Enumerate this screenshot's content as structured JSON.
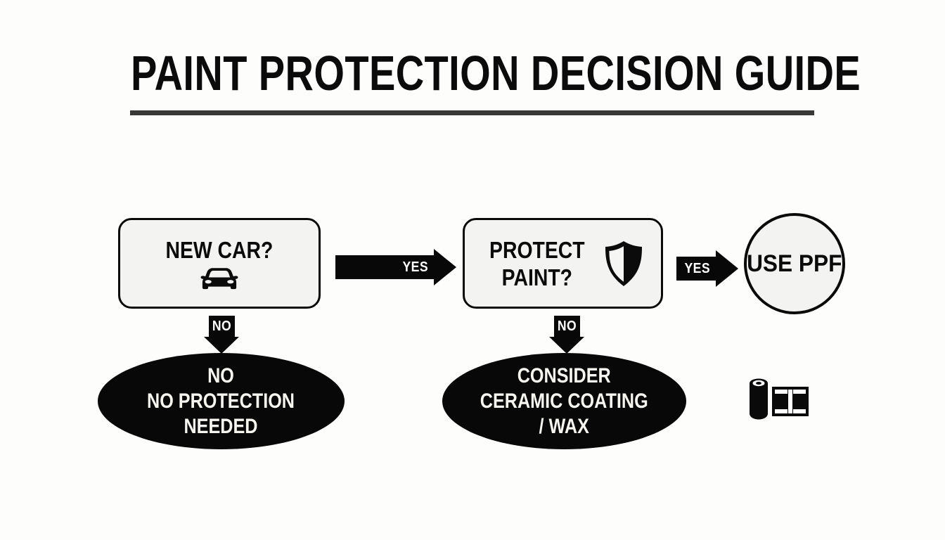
{
  "header": {
    "title": "PAINT PROTECTION DECISION GUIDE",
    "rule_color": "#383838"
  },
  "theme": {
    "background": "#fdfdfc",
    "ink": "#0a0a0a",
    "node_fill": "#f3f3f2",
    "outcome_fill": "#080808",
    "outcome_text": "#f7f5f0"
  },
  "flowchart": {
    "type": "decision-flowchart",
    "nodes": [
      {
        "id": "new-car",
        "shape": "rounded-rect",
        "label": "NEW CAR?",
        "icon": "car-icon"
      },
      {
        "id": "protect-paint",
        "shape": "rounded-rect",
        "label": "PROTECT\nPAINT?",
        "icon": "shield-icon"
      },
      {
        "id": "use-ppf",
        "shape": "circle",
        "label": "USE PPF"
      },
      {
        "id": "no-protection",
        "shape": "ellipse",
        "label": "NO\nNO PROTECTION\nNEEDED"
      },
      {
        "id": "ceramic-wax",
        "shape": "ellipse",
        "label": "CONSIDER\nCERAMIC COATING\n/ WAX"
      }
    ],
    "edges": [
      {
        "id": "new-car-yes",
        "from": "new-car",
        "to": "protect-paint",
        "label": "YES",
        "direction": "right"
      },
      {
        "id": "protect-paint-yes",
        "from": "protect-paint",
        "to": "use-ppf",
        "label": "YES",
        "direction": "right"
      },
      {
        "id": "new-car-no",
        "from": "new-car",
        "to": "no-protection",
        "label": "NO",
        "direction": "down"
      },
      {
        "id": "protect-paint-no",
        "from": "protect-paint",
        "to": "ceramic-wax",
        "label": "NO",
        "direction": "down"
      }
    ],
    "decorations": [
      {
        "id": "ppf-roll",
        "icon": "ppf-film-roll-icon"
      }
    ]
  }
}
